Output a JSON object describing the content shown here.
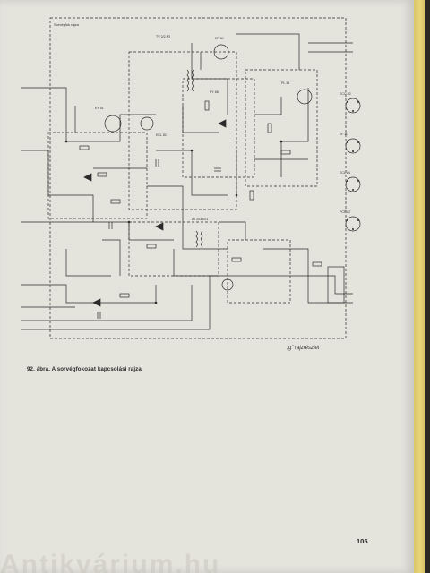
{
  "figure": {
    "caption": "92. ábra. A sorvégfokozat kapcsolási rajza",
    "detail_label": "„g” rajzrészlet"
  },
  "page": {
    "number": "105"
  },
  "watermark": {
    "text": "Antikvárium.hu"
  },
  "schematic_labels": {
    "box_title": "Sorvégfok rajza",
    "top_part": "TV 2/2-P3",
    "tube1": "EY 51",
    "tube2": "ECL 82",
    "tube3": "PL 36",
    "tube4": "EF 80",
    "valve_a": "PY 88",
    "right_1": "ECC 82",
    "right_2": "EF 80",
    "right_3": "ECL 84",
    "right_4": "PCF 82",
    "transformer": "AT 2035/01"
  }
}
